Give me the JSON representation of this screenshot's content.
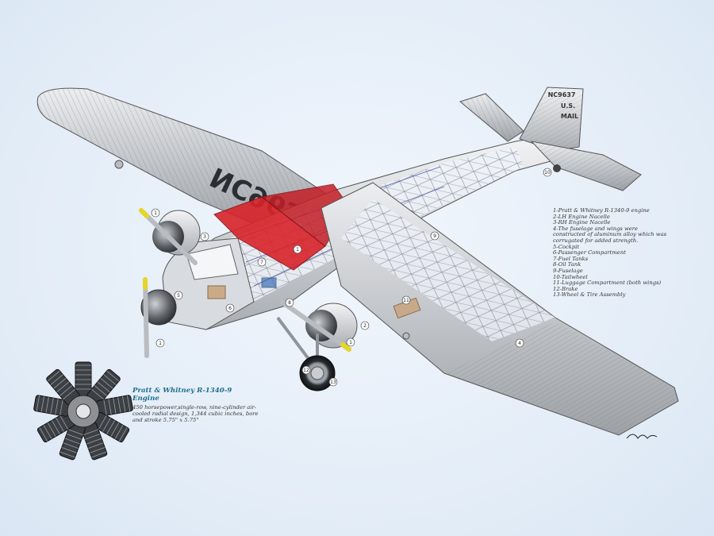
{
  "aircraft": {
    "registration": "NC9637",
    "tail_line1": "NC9637",
    "tail_line2": "U.S.",
    "tail_line3": "MAIL"
  },
  "legend": {
    "items": [
      "1-Pratt & Whitney R-1340-9 engine",
      "2-LH Engine Nacelle",
      "3-RH Engine Nacelle",
      "4-The fuselage and wings were constructed of aluminum alloy which was corrugated for added strength.",
      "5-Cockpit",
      "6-Passenger Compartment",
      "7-Fuel Tanks",
      "8-Oil Tank",
      "9-Fuselage",
      "10-Tailwheel",
      "11-Luggage Compartment (both wings)",
      "12-Brake",
      "13-Wheel & Tire Assembly"
    ]
  },
  "engine_caption": {
    "title": "Pratt & Whitney R-1340-9 Engine",
    "description": "450 horsepower,single-row, nine-cylinder air-cooled radial design, 1,344 cubic inches, bore and stroke 5.75\" x 5.75\""
  },
  "callouts": [
    "1",
    "1",
    "1",
    "1",
    "2",
    "3",
    "5",
    "6",
    "7",
    "8",
    "9",
    "10",
    "11",
    "12",
    "13",
    "4"
  ],
  "colors": {
    "background": "#e4eef8",
    "metal": "#c9ccd0",
    "fuel_tank": "#d8232a",
    "structure": "#5560a8",
    "caption_title": "#1f6f8f"
  }
}
